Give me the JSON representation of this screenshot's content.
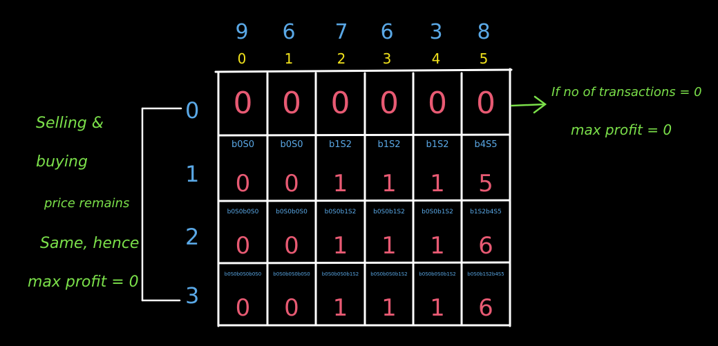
{
  "prices": [
    "9",
    "6",
    "7",
    "6",
    "3",
    "8"
  ],
  "indices": [
    "0",
    "1",
    "2",
    "3",
    "4",
    "5"
  ],
  "transactions": [
    "0",
    "1",
    "2",
    "3"
  ],
  "table": [
    [
      {
        "sub": "",
        "val": "0"
      },
      {
        "sub": "",
        "val": "0"
      },
      {
        "sub": "",
        "val": "0"
      },
      {
        "sub": "",
        "val": "0"
      },
      {
        "sub": "",
        "val": "0"
      },
      {
        "sub": "",
        "val": "0"
      }
    ],
    [
      {
        "sub": "b0S0",
        "val": "0"
      },
      {
        "sub": "b0S0",
        "val": "0"
      },
      {
        "sub": "b1S2",
        "val": "1"
      },
      {
        "sub": "b1S2",
        "val": "1"
      },
      {
        "sub": "b1S2",
        "val": "1"
      },
      {
        "sub": "b4S5",
        "val": "5"
      }
    ],
    [
      {
        "sub": "b0S0b0S0",
        "val": "0"
      },
      {
        "sub": "b0S0b0S0",
        "val": "0"
      },
      {
        "sub": "b0S0b1S2",
        "val": "1"
      },
      {
        "sub": "b0S0b1S2",
        "val": "1"
      },
      {
        "sub": "b0S0b1S2",
        "val": "1"
      },
      {
        "sub": "b1S2b4S5",
        "val": "6"
      }
    ],
    [
      {
        "sub": "b0S0b0S0b0S0",
        "val": "0"
      },
      {
        "sub": "b0S0b0S0b0S0",
        "val": "0"
      },
      {
        "sub": "b0S0b0S0b1S2",
        "val": "1"
      },
      {
        "sub": "b0S0b0S0b1S2",
        "val": "1"
      },
      {
        "sub": "b0S0b0S0b1S2",
        "val": "1"
      },
      {
        "sub": "b0S0b1S2b4S5",
        "val": "6"
      }
    ]
  ],
  "left_note": [
    "Selling &",
    "buying",
    "price remains",
    "Same, hence",
    "max profit = 0"
  ],
  "right_note": [
    "If no of transactions = 0",
    "max profit = 0"
  ],
  "colors": {
    "price": "#5aa8e6",
    "index": "#f2e31c",
    "value": "#e85a73",
    "note": "#7be04a",
    "grid": "#ffffff"
  }
}
